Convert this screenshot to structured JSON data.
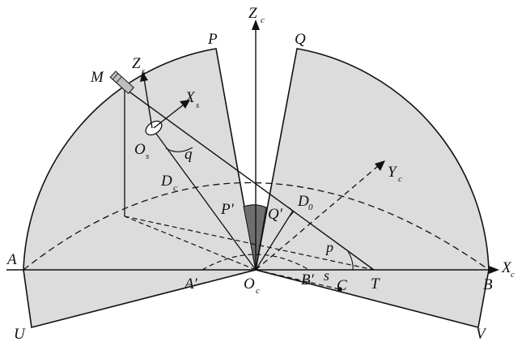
{
  "colors": {
    "sector_fill": "#dcdcdc",
    "wedge_fill": "#6e6e6e",
    "stroke": "#111111",
    "background": "#ffffff"
  },
  "labels": {
    "Zc_main": "Z",
    "Zc_sub": "c",
    "P": "P",
    "Q": "Q",
    "M": "M",
    "Zs_main": "Z",
    "Zs_sub": "s",
    "Xs_main": "X",
    "Xs_sub": "s",
    "Os_main": "O",
    "Os_sub": "s",
    "q": "q",
    "Dc_main": "D",
    "Dc_sub": "c",
    "Yc_main": "Y",
    "Yc_sub": "c",
    "D0_main": "D",
    "D0_sub": "0",
    "P_prime": "P′",
    "Q_prime": "Q′",
    "p": "p",
    "s": "s",
    "A": "A",
    "A_prime": "A′",
    "Oc_main": "O",
    "Oc_sub": "c",
    "B_prime": "B′",
    "C": "C",
    "T": "T",
    "B": "B",
    "Xc_main": "X",
    "Xc_sub": "c",
    "U": "U",
    "V": "V"
  }
}
